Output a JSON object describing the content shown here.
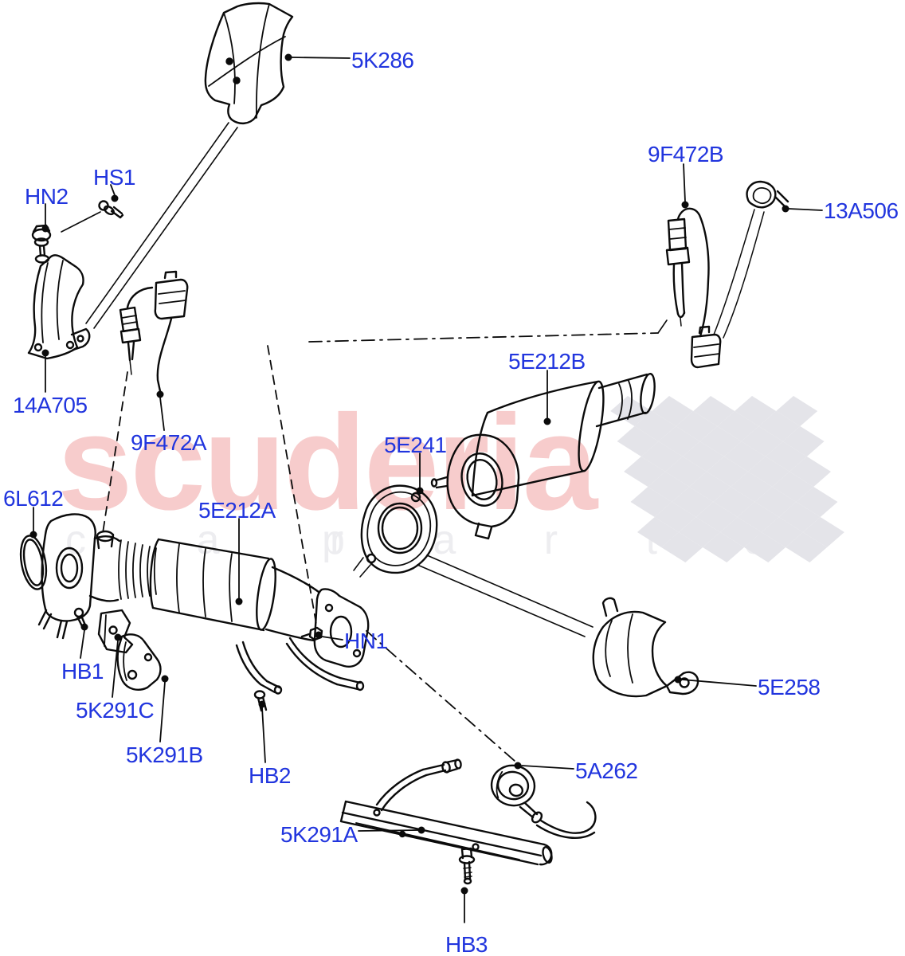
{
  "page": {
    "background_color": "#ffffff",
    "line_color": "#0b0b0b",
    "label_color": "#2135de"
  },
  "watermark": {
    "brand": "scuderia",
    "brand_color": "#f7cccc",
    "tagline_left": "c a r",
    "tagline_right": "p a r t s",
    "tagline_color": "#ededf0",
    "flag_color": "#e4e4e9"
  },
  "diagram": {
    "labels": [
      {
        "id": "5K286",
        "text": "5K286"
      },
      {
        "id": "HS1",
        "text": "HS1"
      },
      {
        "id": "HN2",
        "text": "HN2"
      },
      {
        "id": "14A705",
        "text": "14A705"
      },
      {
        "id": "9F472A",
        "text": "9F472A"
      },
      {
        "id": "6L612",
        "text": "6L612"
      },
      {
        "id": "5E212A",
        "text": "5E212A"
      },
      {
        "id": "5E241",
        "text": "5E241"
      },
      {
        "id": "5E212B",
        "text": "5E212B"
      },
      {
        "id": "9F472B",
        "text": "9F472B"
      },
      {
        "id": "13A506",
        "text": "13A506"
      },
      {
        "id": "5E258",
        "text": "5E258"
      },
      {
        "id": "HN1",
        "text": "HN1"
      },
      {
        "id": "HB1",
        "text": "HB1"
      },
      {
        "id": "5K291C",
        "text": "5K291C"
      },
      {
        "id": "5K291B",
        "text": "5K291B"
      },
      {
        "id": "HB2",
        "text": "HB2"
      },
      {
        "id": "5K291A",
        "text": "5K291A"
      },
      {
        "id": "5A262",
        "text": "5A262"
      },
      {
        "id": "HB3",
        "text": "HB3"
      }
    ]
  }
}
